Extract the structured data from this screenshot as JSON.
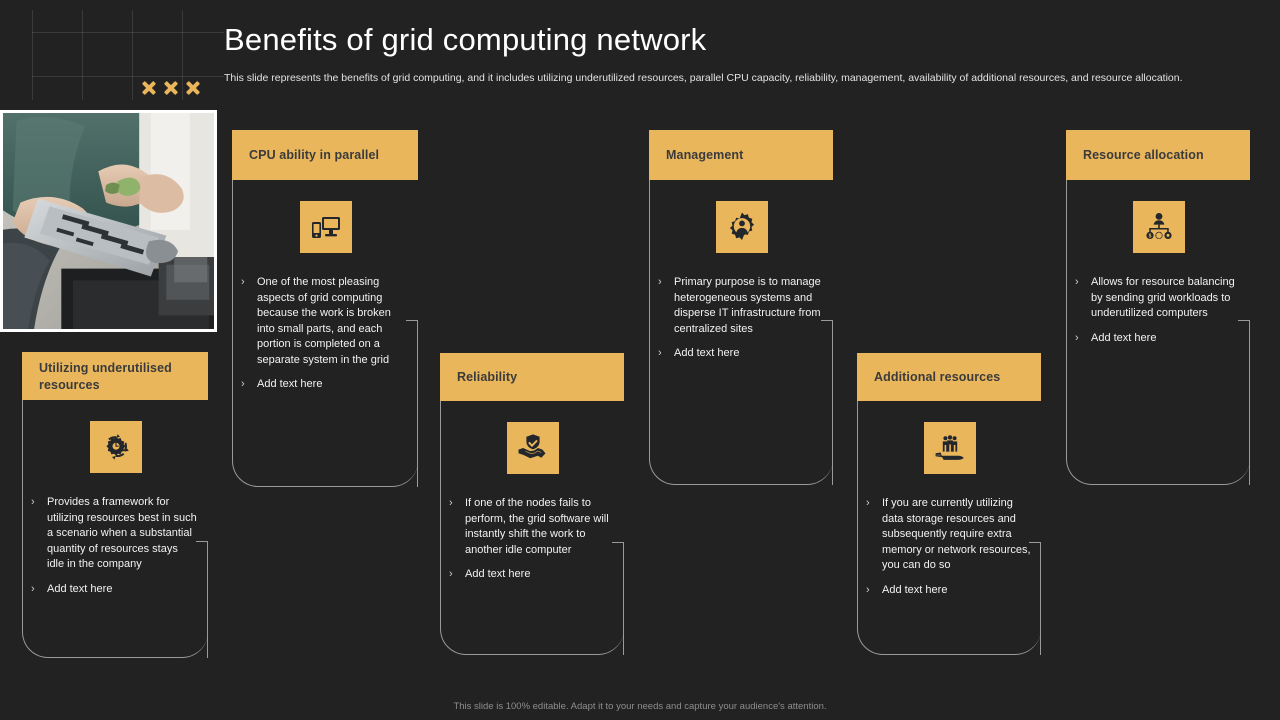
{
  "header": {
    "title": "Benefits of grid computing network",
    "subtitle": "This slide represents the benefits of grid computing, and it includes utilizing underutilized resources, parallel CPU capacity, reliability, management, availability of additional resources, and resource allocation."
  },
  "decoration": {
    "x_marks": [
      "x-mark",
      "x-mark",
      "x-mark"
    ],
    "accent_color": "#E9B65C",
    "background_color": "#222222",
    "border_color": "#9a9a9a"
  },
  "photo": {
    "alt": "Technicians assembling computer hardware components"
  },
  "cards": [
    {
      "id": "cpu-ability-in-parallel",
      "title": "CPU ability in parallel",
      "icon": "desktop-monitor-icon",
      "bullets": [
        "One of the most pleasing aspects of grid computing because the work is broken into small parts, and each portion is completed on a separate system in the grid",
        "Add text here"
      ]
    },
    {
      "id": "management",
      "title": "Management",
      "icon": "gear-user-icon",
      "bullets": [
        "Primary purpose is to manage heterogeneous systems and disperse IT infrastructure from centralized sites",
        "Add text here"
      ]
    },
    {
      "id": "resource-allocation",
      "title": "Resource allocation",
      "icon": "hierarchy-network-icon",
      "bullets": [
        "Allows for resource balancing by sending grid workloads to underutilized computers",
        "Add text here"
      ]
    },
    {
      "id": "utilizing-underutilised-resources",
      "title": "Utilizing underutilised resources",
      "icon": "gear-refresh-icon",
      "bullets": [
        "Provides a framework for utilizing resources best in such a scenario when a substantial quantity of resources stays idle in the company",
        "Add text here"
      ]
    },
    {
      "id": "reliability",
      "title": "Reliability",
      "icon": "handshake-shield-icon",
      "bullets": [
        "If one of the nodes fails to perform, the grid software will instantly shift the work to another idle computer",
        "Add text here"
      ]
    },
    {
      "id": "additional-resources",
      "title": "Additional resources",
      "icon": "hand-people-icon",
      "bullets": [
        "If you are currently utilizing data storage resources and subsequently require extra memory or network resources, you can do so",
        "Add text here"
      ]
    }
  ],
  "bullet_marker": "›",
  "footer": {
    "note": "This slide is 100% editable. Adapt it to your needs and capture your audience's attention."
  }
}
